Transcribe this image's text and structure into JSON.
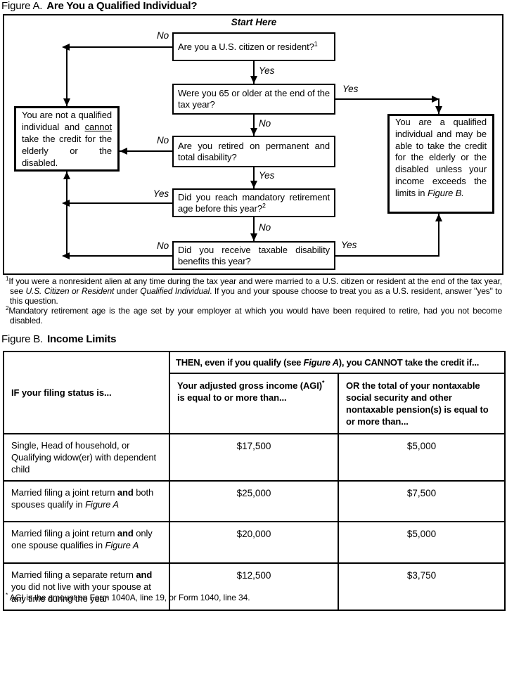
{
  "titles": {
    "figure_a_label": "Figure A.",
    "figure_a_title": "Are You a Qualified Individual?",
    "figure_b_label": "Figure B.",
    "figure_b_title": "Income Limits"
  },
  "flowchart": {
    "start_here": "Start Here",
    "boxes": {
      "citizen": [
        {
          "t": "Are you a U.S. citizen or resident?"
        },
        {
          "t": "1",
          "sup": true
        }
      ],
      "age65": [
        {
          "t": "Were you 65 or older at the end of the tax year?"
        }
      ],
      "retired": [
        {
          "t": "Are you retired on permanent and total disability?"
        }
      ],
      "mandatory": [
        {
          "t": "Did you reach mandatory retirement age before this year?"
        },
        {
          "t": "2",
          "sup": true
        }
      ],
      "taxable": [
        {
          "t": "Did you receive taxable disability benefits this year?"
        }
      ],
      "not_qualified": [
        {
          "t": "You are not a qualified individual and "
        },
        {
          "t": "cannot",
          "u": true
        },
        {
          "t": " take the credit for the elderly or the disabled."
        }
      ],
      "qualified": [
        {
          "t": "You are a qualified individual and may be able to take the credit for the elderly or the disabled unless your income exceeds the limits in "
        },
        {
          "t": "Figure B.",
          "i": true
        }
      ]
    },
    "labels": {
      "no1": "No",
      "yes1": "Yes",
      "yes2": "Yes",
      "no2": "No",
      "no3": "No",
      "yes3": "Yes",
      "yes4": "Yes",
      "no4": "No",
      "no5": "No",
      "yes5": "Yes"
    }
  },
  "footnotes": {
    "fn1": [
      {
        "t": "1",
        "sup": true
      },
      {
        "t": "If you were a nonresident alien at any time during the tax year and were married to a U.S. citizen or resident at the end of the tax year, see "
      },
      {
        "t": "U.S. Citizen or Resident",
        "i": true
      },
      {
        "t": " under "
      },
      {
        "t": "Qualified Individual",
        "i": true
      },
      {
        "t": ". If you and your spouse choose to treat you as a U.S. resident, answer \"yes\" to this question."
      }
    ],
    "fn2": [
      {
        "t": "2",
        "sup": true
      },
      {
        "t": "Mandatory retirement age is the age set by your employer at which you would have been required to retire, had you not become disabled."
      }
    ],
    "agi": [
      {
        "t": "*",
        "sup": true
      },
      {
        "t": " AGI is the amount on Form 1040A, line 19, or Form 1040, line 34."
      }
    ]
  },
  "figure_b": {
    "header": {
      "filing_status": "IF your filing status is...",
      "then": [
        {
          "t": "THEN, even if you qualify (see "
        },
        {
          "t": "Figure A",
          "i": true
        },
        {
          "t": "), you CANNOT take the credit if..."
        }
      ],
      "agi_col": [
        {
          "t": "Your adjusted gross income (AGI)"
        },
        {
          "t": "*",
          "sup": true
        },
        {
          "t": " is equal to or more than..."
        }
      ],
      "pension_col": [
        {
          "t": "OR the total of your nontaxable social security and other nontaxable pension(s) is equal to or more than..."
        }
      ]
    },
    "rows": [
      {
        "status": [
          {
            "t": "Single, Head of household, or Qualifying widow(er) with dependent child"
          }
        ],
        "agi": "$17,500",
        "pension": "$5,000"
      },
      {
        "status": [
          {
            "t": "Married filing a joint return "
          },
          {
            "t": "and",
            "b": true
          },
          {
            "t": " both spouses qualify in "
          },
          {
            "t": "Figure A",
            "i": true
          }
        ],
        "agi": "$25,000",
        "pension": "$7,500"
      },
      {
        "status": [
          {
            "t": "Married filing a joint return "
          },
          {
            "t": "and",
            "b": true
          },
          {
            "t": " only one spouse qualifies in "
          },
          {
            "t": "Figure A",
            "i": true
          }
        ],
        "agi": "$20,000",
        "pension": "$5,000"
      },
      {
        "status": [
          {
            "t": "Married filing a separate return "
          },
          {
            "t": "and",
            "b": true
          },
          {
            "t": " you did not live with your spouse at any time during the year"
          }
        ],
        "agi": "$12,500",
        "pension": "$3,750"
      }
    ]
  }
}
